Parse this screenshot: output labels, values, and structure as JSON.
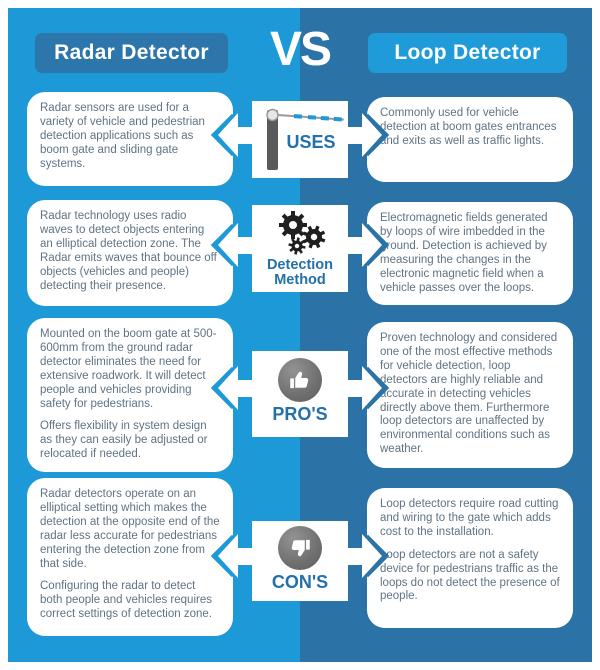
{
  "header": {
    "left_title": "Radar Detector",
    "vs": "VS",
    "right_title": "Loop Detector"
  },
  "colors": {
    "left_bg": "#1c99d6",
    "right_bg": "#2b72a6",
    "left_badge_bg": "#2d76ab",
    "right_badge_bg": "#1e9bd8",
    "card_bg": "#ffffff",
    "card_text": "#5f7384",
    "center_label": "#2470ab",
    "icon_gray": "#6e6e6e",
    "gear_dark": "#1f1f1f"
  },
  "rows": [
    {
      "label": "USES",
      "icon": "boom-gate-icon",
      "left": [
        "Radar sensors are used for a variety of vehicle and pedestrian detection applications such as boom gate and sliding gate systems."
      ],
      "right": [
        "Commonly used for vehicle detection at boom gates entrances and exits as well as traffic lights."
      ]
    },
    {
      "label": "Detection Method",
      "icon": "gears-icon",
      "left": [
        "Radar technology uses radio waves to detect objects entering an elliptical detection zone. The Radar emits waves that bounce off objects (vehicles and people) detecting their presence."
      ],
      "right": [
        "Electromagnetic fields generated by loops of wire imbedded in the ground. Detection is achieved by measuring the changes in the electronic magnetic field when a vehicle passes over the loops."
      ]
    },
    {
      "label": "PRO'S",
      "icon": "thumbs-up-icon",
      "left": [
        "Mounted on the boom gate at 500-600mm from the ground radar detector eliminates the need for extensive roadwork. It will detect people and vehicles providing safety for pedestrians.",
        "Offers flexibility in system design as they can easily be adjusted or relocated if needed."
      ],
      "right": [
        "Proven technology and considered one of the most effective methods for vehicle detection, loop detectors are highly reliable and accurate in detecting vehicles directly above them. Furthermore loop detectors are unaffected by environmental conditions such as weather."
      ]
    },
    {
      "label": "CON'S",
      "icon": "thumbs-down-icon",
      "left": [
        "Radar detectors operate on an elliptical setting which makes the detection at the opposite end of the radar less accurate for pedestrians entering the detection zone from that side.",
        "Configuring the radar to detect both people and vehicles requires correct settings of detection zone."
      ],
      "right": [
        "Loop detectors require road cutting and wiring to the gate which adds cost to the installation.",
        "Loop detectors are not a safety device for pedestrians traffic as the loops do not detect the presence of people."
      ]
    }
  ]
}
